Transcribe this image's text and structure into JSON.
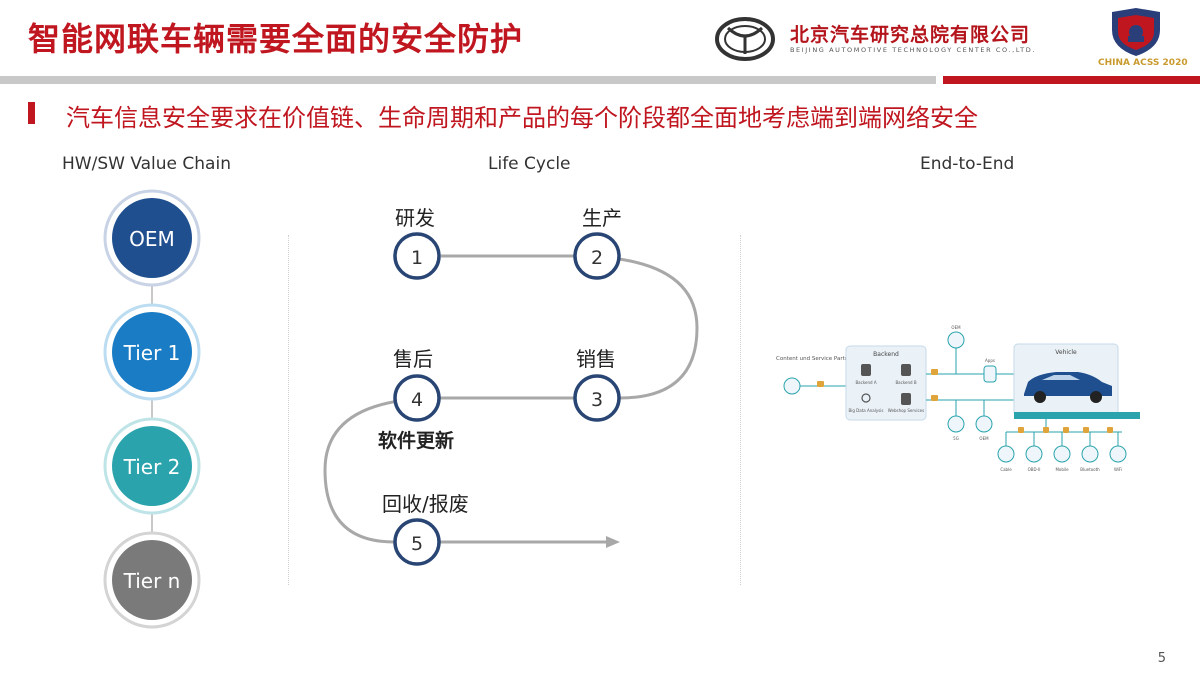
{
  "header": {
    "title": "智能网联车辆需要全面的安全防护",
    "logo": {
      "name_cn": "北京汽车研究总院有限公司",
      "name_en": "BEIJING AUTOMOTIVE TECHNOLOGY CENTER CO.,LTD."
    },
    "badge_text": "CHINA ACSS 2020"
  },
  "subtitle": "汽车信息安全要求在价值链、生命周期和产品的每个阶段都全面地考虑端到端网络安全",
  "columns": {
    "value_chain": {
      "heading": "HW/SW Value Chain",
      "nodes": [
        {
          "label": "OEM",
          "color": "#1f4f8f"
        },
        {
          "label": "Tier 1",
          "color": "#1a7cc4"
        },
        {
          "label": "Tier 2",
          "color": "#2aa3ad"
        },
        {
          "label": "Tier n",
          "color": "#7a7a7a"
        }
      ]
    },
    "life_cycle": {
      "heading": "Life Cycle",
      "stages": [
        {
          "num": "1",
          "label": "研发"
        },
        {
          "num": "2",
          "label": "生产"
        },
        {
          "num": "3",
          "label": "销售"
        },
        {
          "num": "4",
          "label": "售后"
        },
        {
          "num": "5",
          "label": "回收/报废"
        }
      ],
      "note": "软件更新"
    },
    "end_to_end": {
      "heading": "End-to-End",
      "diagram": {
        "partner": "Content und Service Partner",
        "backend": "Backend",
        "backend_items": [
          "Backend A",
          "Backend B",
          "Big Data Analysis",
          "Webshop Services"
        ],
        "vehicle": "Vehicle",
        "top_items": [
          "OEM",
          "Apps"
        ],
        "mid_items": [
          "5G",
          "OEM"
        ],
        "bottom_items": [
          "Cable",
          "OBD-II",
          "Mobile",
          "Bluetooth",
          "WiFi"
        ]
      }
    }
  },
  "page_number": "5"
}
